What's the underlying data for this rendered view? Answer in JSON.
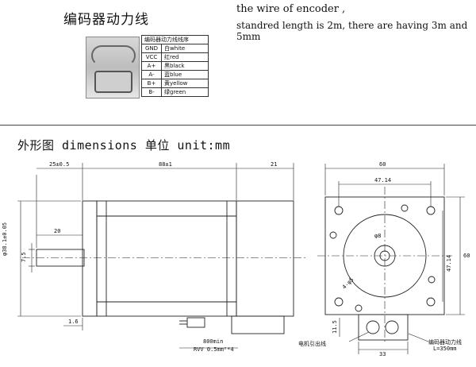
{
  "header": {
    "cn_title": "编码器动力线",
    "desc_line1": "the wire of encoder ,",
    "desc_line2": "standred length is 2m, there are having 3m and 5mm"
  },
  "wiring_table": {
    "title": "编码器动力线线序",
    "rows": [
      {
        "signal": "GND",
        "color": "白white"
      },
      {
        "signal": "VCC",
        "color": "红red"
      },
      {
        "signal": "A+",
        "color": "黑black"
      },
      {
        "signal": "A-",
        "color": "蓝blue"
      },
      {
        "signal": "B+",
        "color": "黄yellow"
      },
      {
        "signal": "B-",
        "color": "绿green"
      }
    ]
  },
  "section_title": "外形图 dimensions  单位 unit:mm",
  "side_view": {
    "dim_flange_len": "25±0.5",
    "dim_body_len": "88±1",
    "dim_rear_len": "21",
    "dim_shaft_len": "20",
    "dim_shaft_dia": "φ38.1±0.05",
    "dim_boss": "7.5",
    "dim_flange_thk": "1.6",
    "cable_len": "800min",
    "cable_spec": "RVV 0.5mm²*4"
  },
  "front_view": {
    "dim_width": "60",
    "dim_hole_spacing_h": "47.14",
    "dim_height": "60",
    "dim_hole_spacing_v": "47.14",
    "dim_shaft_bore": "φ8",
    "dim_hole_dia": "4-φ5",
    "dim_side": "11.5",
    "dim_bottom": "33",
    "label_motor_lead": "电机引出线",
    "label_encoder_lead": "编码器动力线",
    "encoder_lead_len": "L=350mm"
  }
}
